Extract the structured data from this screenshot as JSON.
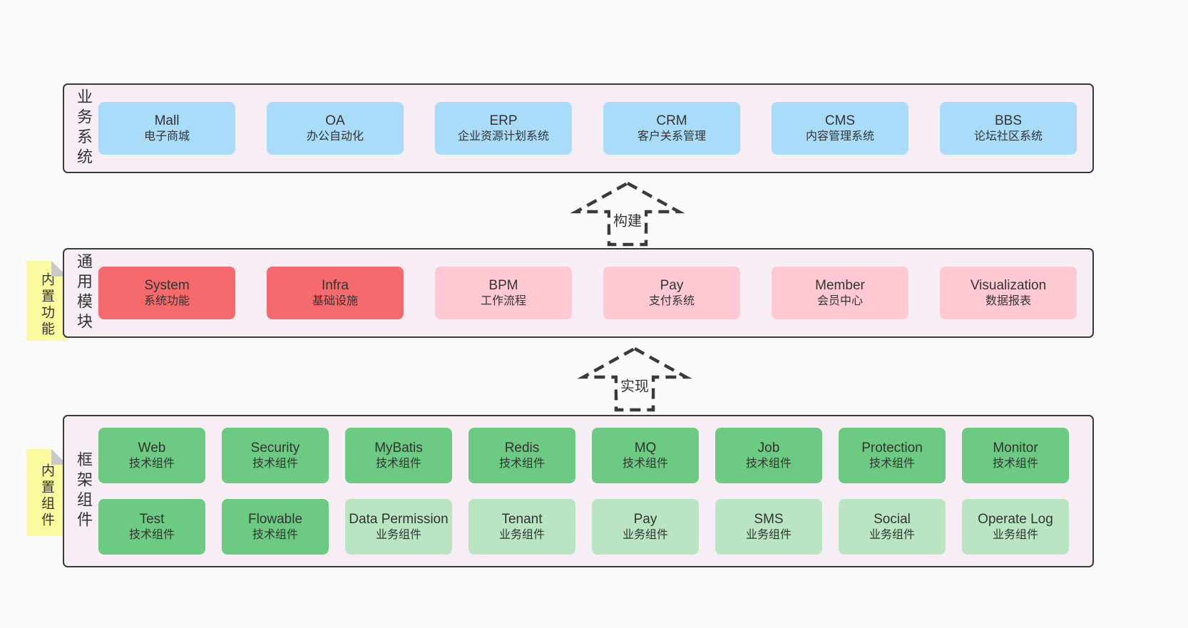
{
  "colors": {
    "page-bg": "#fafafa",
    "panel-bg": "#f7edf5",
    "line": "#3a3a3a",
    "text": "#333333",
    "note": "#fbfa9e",
    "note-fold": "#c9c9c9",
    "blue": "#a9dcf8",
    "red": "#f56a6d",
    "pink": "#fec9d3",
    "green": "#6cca83",
    "lightgreen": "#b9e5c3"
  },
  "arrows": [
    {
      "label": "构建"
    },
    {
      "label": "实现"
    }
  ],
  "layers": [
    {
      "side_label": "业务系统",
      "rows": [
        [
          {
            "name": "Mall",
            "subtitle": "电子商城",
            "variant": "blue"
          },
          {
            "name": "OA",
            "subtitle": "办公自动化",
            "variant": "blue"
          },
          {
            "name": "ERP",
            "subtitle": "企业资源计划系统",
            "variant": "blue"
          },
          {
            "name": "CRM",
            "subtitle": "客户关系管理",
            "variant": "blue"
          },
          {
            "name": "CMS",
            "subtitle": "内容管理系统",
            "variant": "blue"
          },
          {
            "name": "BBS",
            "subtitle": "论坛社区系统",
            "variant": "blue"
          }
        ]
      ]
    },
    {
      "side_label": "通用模块",
      "sticky": "内置功能",
      "rows": [
        [
          {
            "name": "System",
            "subtitle": "系统功能",
            "variant": "red"
          },
          {
            "name": "Infra",
            "subtitle": "基础设施",
            "variant": "red"
          },
          {
            "name": "BPM",
            "subtitle": "工作流程",
            "variant": "pink"
          },
          {
            "name": "Pay",
            "subtitle": "支付系统",
            "variant": "pink"
          },
          {
            "name": "Member",
            "subtitle": "会员中心",
            "variant": "pink"
          },
          {
            "name": "Visualization",
            "subtitle": "数据报表",
            "variant": "pink"
          }
        ]
      ]
    },
    {
      "side_label": "框架组件",
      "sticky": "内置组件",
      "rows": [
        [
          {
            "name": "Web",
            "subtitle": "技术组件",
            "variant": "green"
          },
          {
            "name": "Security",
            "subtitle": "技术组件",
            "variant": "green"
          },
          {
            "name": "MyBatis",
            "subtitle": "技术组件",
            "variant": "green"
          },
          {
            "name": "Redis",
            "subtitle": "技术组件",
            "variant": "green"
          },
          {
            "name": "MQ",
            "subtitle": "技术组件",
            "variant": "green"
          },
          {
            "name": "Job",
            "subtitle": "技术组件",
            "variant": "green"
          },
          {
            "name": "Protection",
            "subtitle": "技术组件",
            "variant": "green"
          },
          {
            "name": "Monitor",
            "subtitle": "技术组件",
            "variant": "green"
          }
        ],
        [
          {
            "name": "Test",
            "subtitle": "技术组件",
            "variant": "green"
          },
          {
            "name": "Flowable",
            "subtitle": "技术组件",
            "variant": "green"
          },
          {
            "name": "Data Permission",
            "subtitle": "业务组件",
            "variant": "lightgreen"
          },
          {
            "name": "Tenant",
            "subtitle": "业务组件",
            "variant": "lightgreen"
          },
          {
            "name": "Pay",
            "subtitle": "业务组件",
            "variant": "lightgreen"
          },
          {
            "name": "SMS",
            "subtitle": "业务组件",
            "variant": "lightgreen"
          },
          {
            "name": "Social",
            "subtitle": "业务组件",
            "variant": "lightgreen"
          },
          {
            "name": "Operate Log",
            "subtitle": "业务组件",
            "variant": "lightgreen"
          }
        ]
      ]
    }
  ]
}
